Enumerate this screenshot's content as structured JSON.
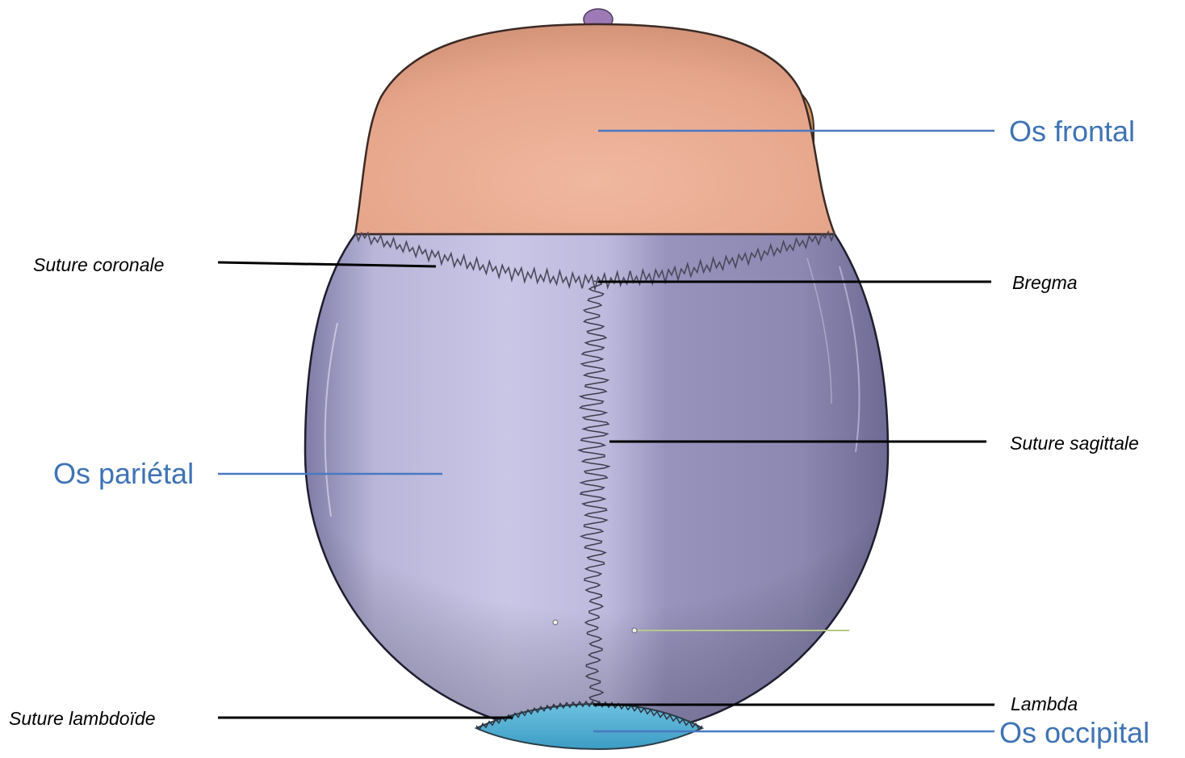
{
  "colors": {
    "frontal": "#e9a98f",
    "parietal": "#a9a4c8",
    "occipital": "#57b2d6",
    "major_label": "#3f73b4",
    "leader_major": "#4a79c1",
    "leader_minor": "#000000",
    "suture": "#4a4858"
  },
  "labels": {
    "frontal": "Os frontal",
    "parietal": "Os pariétal",
    "occipital": "Os occipital",
    "coronal_suture": "Suture coronale",
    "bregma": "Bregma",
    "sagittal_suture": "Suture sagittale",
    "lambda": "Lambda",
    "lambdoid_suture": "Suture lambdoïde"
  }
}
